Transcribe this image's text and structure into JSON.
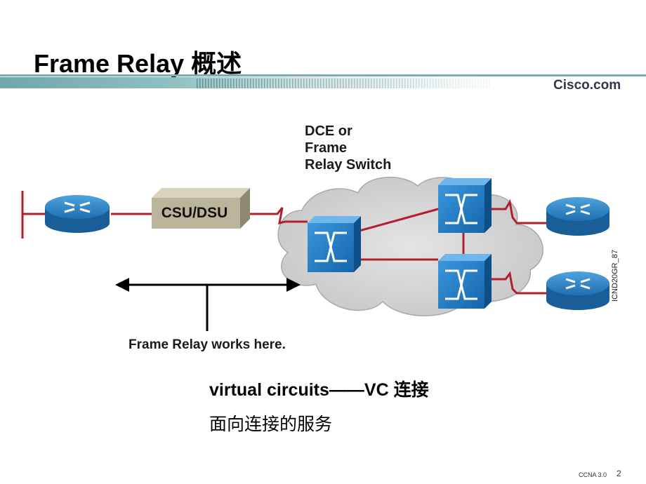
{
  "slide": {
    "title": "Frame Relay 概述",
    "brand": "Cisco.com",
    "footer_course": "CCNA 3.0",
    "page_number": "2"
  },
  "diagram": {
    "switch_label_lines": [
      "DCE or",
      "Frame",
      "Relay Switch"
    ],
    "csu_label": "CSU/DSU",
    "works_label": "Frame Relay works here.",
    "figure_id": "ICND20GR_87"
  },
  "content": {
    "line1": "virtual circuits——VC 连接",
    "line2": "面向连接的服务"
  },
  "colors": {
    "router_blue": "#2a7fc0",
    "switch_blue": "#1e7cc8",
    "link_red": "#b22030",
    "cloud_gray": "#d2d2d2",
    "csu_olive": "#b9b49a",
    "header_teal": "#6fa7ad"
  }
}
